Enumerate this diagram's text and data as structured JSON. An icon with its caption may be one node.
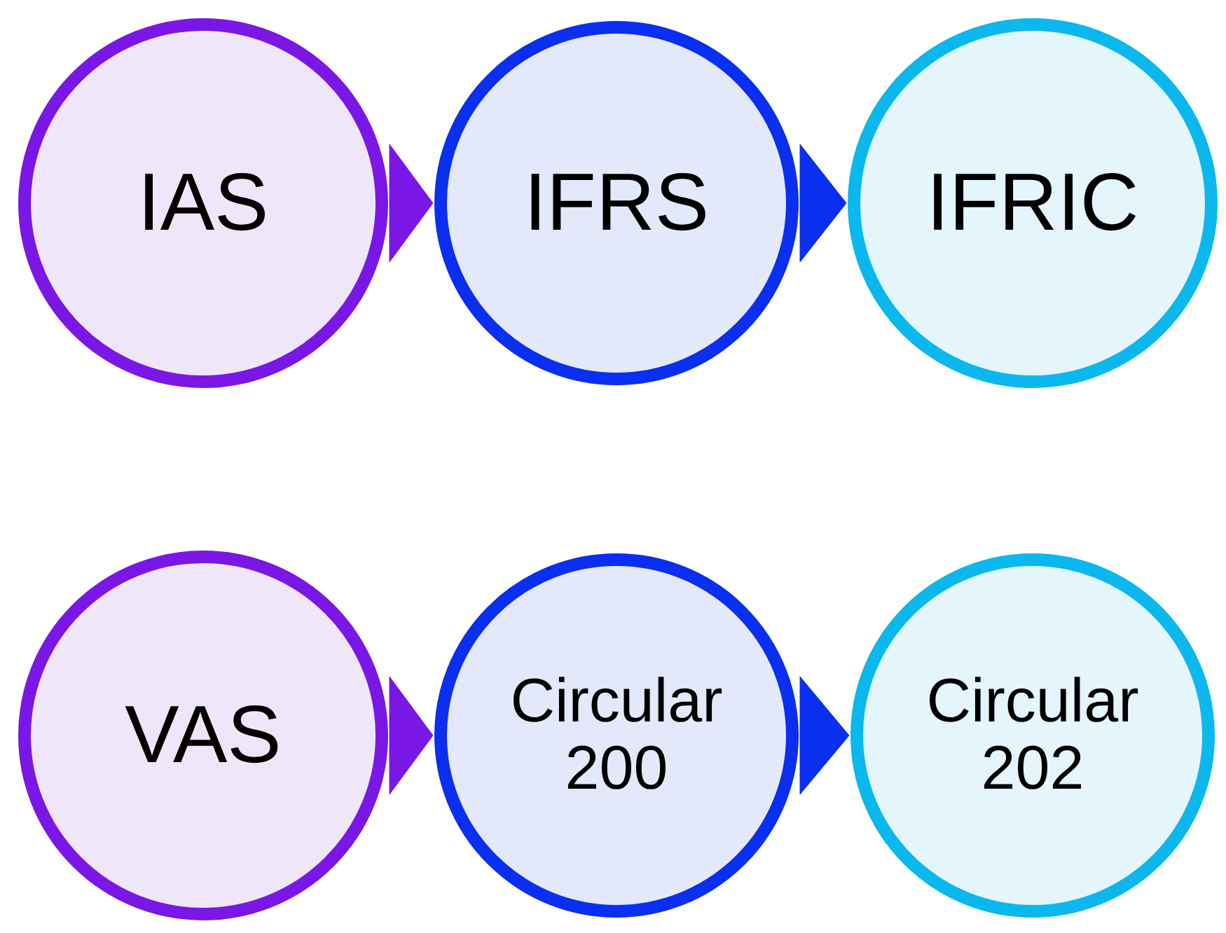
{
  "diagram": {
    "nodes": [
      {
        "text": [
          "IAS"
        ]
      },
      {
        "text": [
          "IFRS"
        ]
      },
      {
        "text": [
          "IFRIC"
        ]
      },
      {
        "text": [
          "VAS"
        ]
      },
      {
        "text": [
          "Circular 200"
        ]
      },
      {
        "text": [
          "Circular 202"
        ]
      }
    ],
    "edges": [
      {
        "from": 0,
        "to": 1,
        "arrow": "to",
        "color": "#7a17e6"
      },
      {
        "from": 1,
        "to": 2,
        "arrow": "to",
        "color": "#0a2ff0"
      },
      {
        "from": 3,
        "to": 4,
        "arrow": "to",
        "color": "#7a17e6"
      },
      {
        "from": 4,
        "to": 5,
        "arrow": "to",
        "color": "#0a2ff0"
      }
    ]
  }
}
